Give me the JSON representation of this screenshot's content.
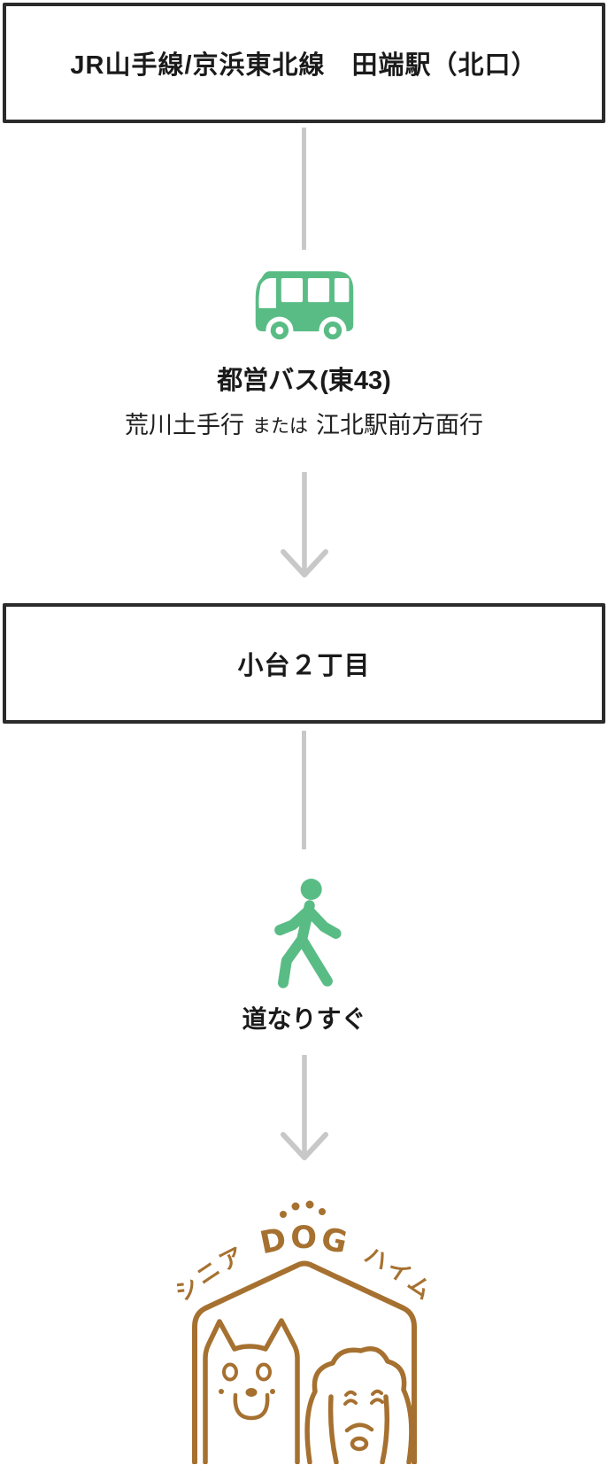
{
  "colors": {
    "icon_green": "#5abc85",
    "arrow_gray": "#c8c8c8",
    "box_border": "#2b2b2b",
    "text_dark": "#1a1a1a",
    "logo_brown": "#a67130"
  },
  "flow": {
    "station_box": {
      "label": "JR山手線/京浜東北線　田端駅（北口）"
    },
    "bus_step": {
      "icon": "bus-icon",
      "title": "都営バス(東43)",
      "detail": {
        "destination1": "荒川土手行",
        "connector": "または",
        "destination2": "江北駅前方面行"
      }
    },
    "stop_box": {
      "label": "小台２丁目"
    },
    "walk_step": {
      "icon": "walk-icon",
      "label": "道なりすぐ"
    },
    "destination_logo": {
      "icon": "senior-dog-heim-logo",
      "text_part1": "シニア",
      "text_part2": "DOG",
      "text_part3": "ハイム"
    }
  }
}
